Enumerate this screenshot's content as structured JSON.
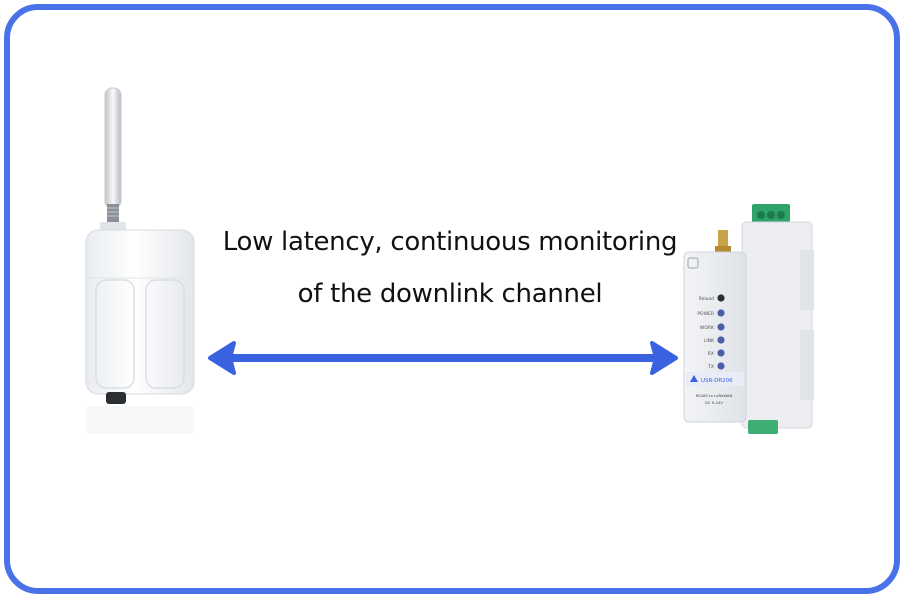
{
  "headline": {
    "line1": "Low latency, continuous monitoring",
    "line2": "of the downlink channel"
  },
  "colors": {
    "frame": "#4a72e8",
    "arrow": "#3a62e0",
    "device_led": "#4b5fa8",
    "terminal_green": "#2fa36a"
  },
  "icons": {
    "arrow": "double-headed-arrow-icon",
    "left_device": "lora-sensor-device-icon",
    "right_device": "din-rail-gateway-icon"
  },
  "gateway": {
    "led_labels": [
      "Reload",
      "POWER",
      "WORK",
      "LINK",
      "RX",
      "TX"
    ],
    "brand_text": "USR-DR206",
    "sub_text": "RS485 to LoRaWAN",
    "power_text": "DC 9-24V"
  }
}
